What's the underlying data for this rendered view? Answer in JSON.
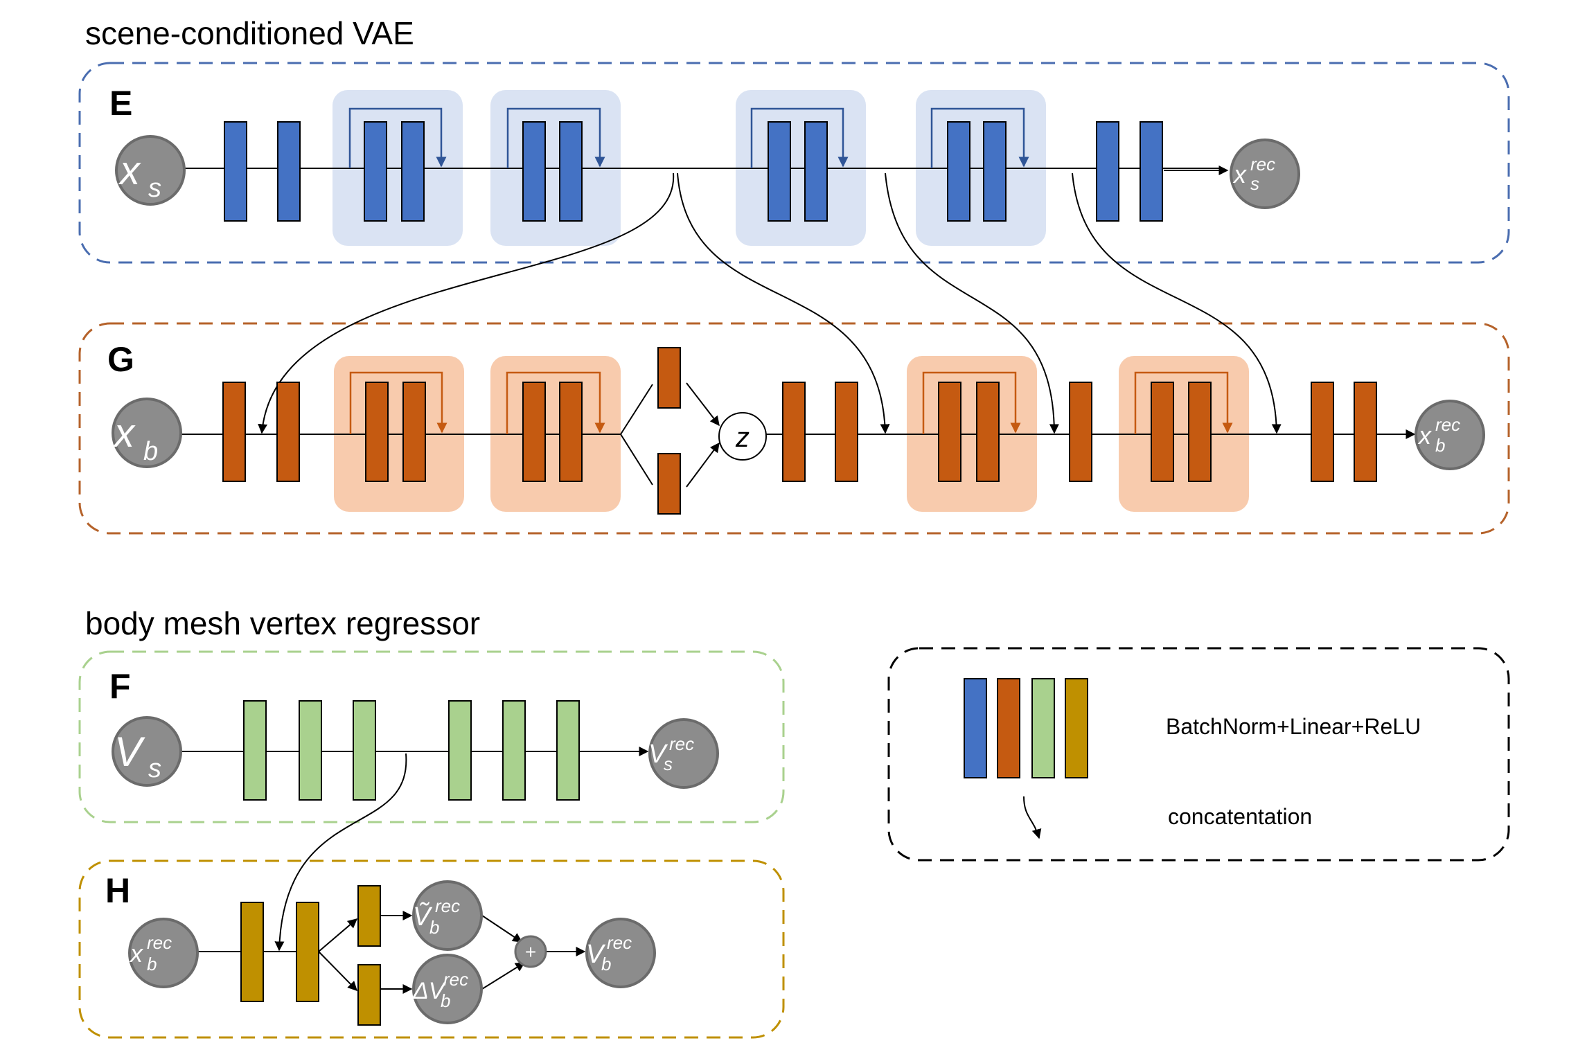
{
  "sections": {
    "vae_title": "scene-conditioned VAE",
    "regressor_title": "body mesh vertex regressor"
  },
  "modules": {
    "E": "E",
    "G": "G",
    "F": "F",
    "H": "H"
  },
  "nodes": {
    "x_s": {
      "main": "x",
      "sub": "s"
    },
    "x_s_rec": {
      "main": "x",
      "sub": "s",
      "sup": "rec"
    },
    "x_b": {
      "main": "x",
      "sub": "b"
    },
    "x_b_rec": {
      "main": "x",
      "sub": "b",
      "sup": "rec"
    },
    "z": {
      "main": "z"
    },
    "V_s": {
      "main": "V",
      "sub": "s"
    },
    "V_s_rec": {
      "main": "V",
      "sub": "s",
      "sup": "rec"
    },
    "x_b_rec_in": {
      "main": "x",
      "sub": "b",
      "sup": "rec"
    },
    "V_tilde_b_rec": {
      "main": "Ṽ",
      "sub": "b",
      "sup": "rec"
    },
    "delta_V_b_rec": {
      "main": "ΔV",
      "sub": "b",
      "sup": "rec"
    },
    "plus": {
      "main": "+"
    },
    "V_b_rec": {
      "main": "V",
      "sub": "b",
      "sup": "rec"
    }
  },
  "legend": {
    "layer_label": "BatchNorm+Linear+ReLU",
    "concat_label": "concatentation"
  },
  "colors": {
    "blue": "#4472C4",
    "orange": "#C55A11",
    "green": "#A9D18E",
    "gold": "#BF9000",
    "blue_res_bg": "#DAE3F3",
    "orange_res_bg": "#F8CBAD",
    "node_gray": "#8C8C8C",
    "E_border": "#4A6DB0",
    "G_border": "#B5622A",
    "F_border": "#A9D18E",
    "H_border": "#BF9000"
  }
}
